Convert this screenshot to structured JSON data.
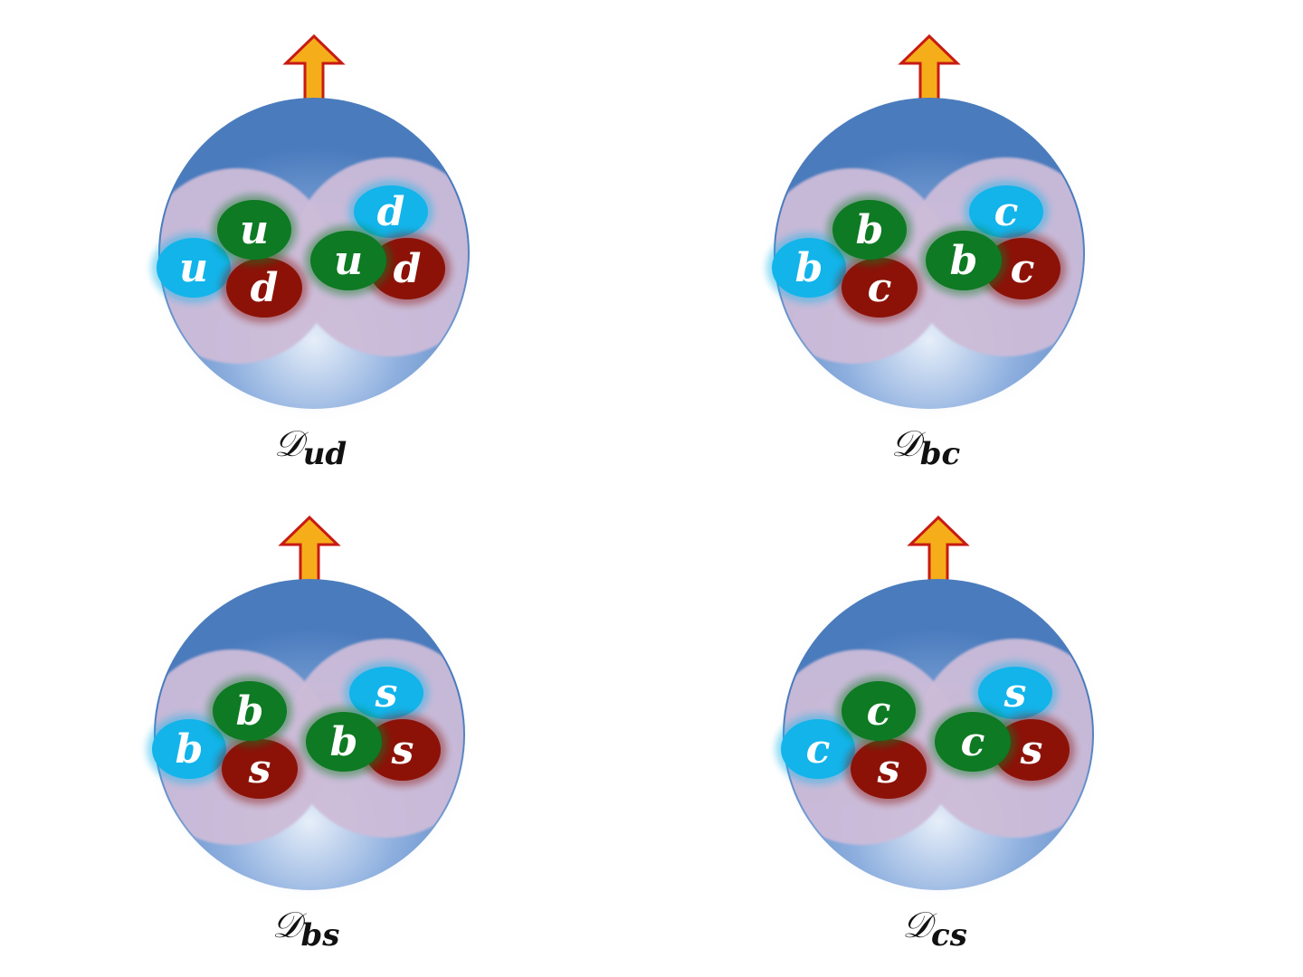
{
  "colors": {
    "sphere": "#4e7fc0",
    "sphere_highlight": "#dfeaf8",
    "lobe": "#cdbcd8",
    "quark_green": "#0e7a23",
    "quark_red": "#8c1208",
    "quark_cyan": "#12b4ea",
    "arrow_fill": "#f5ae1a",
    "arrow_stroke": "#c81a14"
  },
  "panels": [
    {
      "caption": {
        "symbol": "𝒟",
        "subscript": "ud"
      },
      "quarks": [
        "u",
        "u",
        "d",
        "u",
        "d",
        "d"
      ]
    },
    {
      "caption": {
        "symbol": "𝒟",
        "subscript": "bc"
      },
      "quarks": [
        "b",
        "b",
        "c",
        "b",
        "c",
        "c"
      ]
    },
    {
      "caption": {
        "symbol": "𝒟",
        "subscript": "bs"
      },
      "quarks": [
        "b",
        "b",
        "s",
        "b",
        "s",
        "s"
      ]
    },
    {
      "caption": {
        "symbol": "𝒟",
        "subscript": "cs"
      },
      "quarks": [
        "c",
        "c",
        "s",
        "c",
        "s",
        "s"
      ]
    }
  ]
}
